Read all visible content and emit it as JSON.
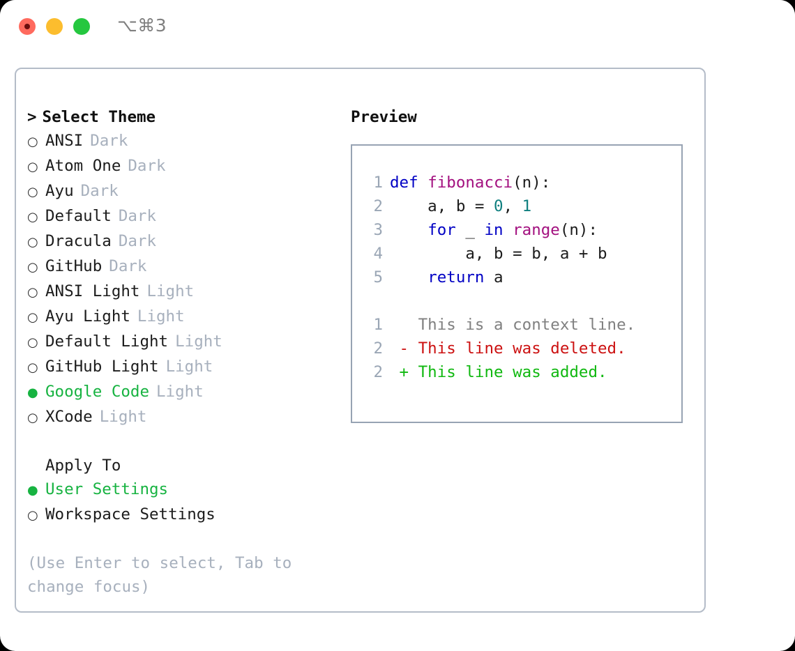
{
  "titlebar": {
    "shortcut": "⌥⌘3",
    "buttons": [
      {
        "name": "close",
        "color": "#ff6a5e"
      },
      {
        "name": "minimize",
        "color": "#fcbd2e"
      },
      {
        "name": "maximize",
        "color": "#25c73f"
      }
    ]
  },
  "theme_picker": {
    "caret": ">",
    "title": "Select Theme",
    "bullet_unselected": "○",
    "bullet_selected": "●",
    "items": [
      {
        "label": "ANSI",
        "variant": "Dark",
        "selected": false
      },
      {
        "label": "Atom One",
        "variant": "Dark",
        "selected": false
      },
      {
        "label": "Ayu",
        "variant": "Dark",
        "selected": false
      },
      {
        "label": "Default",
        "variant": "Dark",
        "selected": false
      },
      {
        "label": "Dracula",
        "variant": "Dark",
        "selected": false
      },
      {
        "label": "GitHub",
        "variant": "Dark",
        "selected": false
      },
      {
        "label": "ANSI Light",
        "variant": "Light",
        "selected": false
      },
      {
        "label": "Ayu Light",
        "variant": "Light",
        "selected": false
      },
      {
        "label": "Default Light",
        "variant": "Light",
        "selected": false
      },
      {
        "label": "GitHub Light",
        "variant": "Light",
        "selected": false
      },
      {
        "label": "Google Code",
        "variant": "Light",
        "selected": true
      },
      {
        "label": "XCode",
        "variant": "Light",
        "selected": false
      }
    ]
  },
  "apply_to": {
    "title": "Apply To",
    "items": [
      {
        "label": "User Settings",
        "selected": true
      },
      {
        "label": "Workspace Settings",
        "selected": false
      }
    ]
  },
  "hint": "(Use Enter to select, Tab to change focus)",
  "preview": {
    "title": "Preview",
    "code_lines": [
      {
        "no": "1",
        "tokens": [
          {
            "t": "def ",
            "c": "kw"
          },
          {
            "t": "fibonacci",
            "c": "fn"
          },
          {
            "t": "(n):",
            "c": "plain"
          }
        ]
      },
      {
        "no": "2",
        "tokens": [
          {
            "t": "    a, b = ",
            "c": "plain"
          },
          {
            "t": "0",
            "c": "num"
          },
          {
            "t": ", ",
            "c": "plain"
          },
          {
            "t": "1",
            "c": "num"
          }
        ]
      },
      {
        "no": "3",
        "tokens": [
          {
            "t": "    ",
            "c": "plain"
          },
          {
            "t": "for",
            "c": "kw"
          },
          {
            "t": " _ ",
            "c": "plain"
          },
          {
            "t": "in",
            "c": "kw"
          },
          {
            "t": " ",
            "c": "plain"
          },
          {
            "t": "range",
            "c": "fn"
          },
          {
            "t": "(n):",
            "c": "plain"
          }
        ]
      },
      {
        "no": "4",
        "tokens": [
          {
            "t": "        a, b = b, a + b",
            "c": "plain"
          }
        ]
      },
      {
        "no": "5",
        "tokens": [
          {
            "t": "    ",
            "c": "plain"
          },
          {
            "t": "return",
            "c": "kw"
          },
          {
            "t": " a",
            "c": "plain"
          }
        ]
      }
    ],
    "diff_lines": [
      {
        "no": "1",
        "tokens": [
          {
            "t": "   This is a context line.",
            "c": "ctx"
          }
        ]
      },
      {
        "no": "2",
        "tokens": [
          {
            "t": " - This line was deleted.",
            "c": "del"
          }
        ]
      },
      {
        "no": "2",
        "tokens": [
          {
            "t": " + This line was added.",
            "c": "add"
          }
        ]
      }
    ]
  },
  "colors": {
    "accent_green": "#17b341",
    "muted": "#a7b0bd",
    "keyword": "#0000c4",
    "function": "#a3107f",
    "number": "#0f7f7f",
    "diff_added": "#10b810",
    "diff_deleted": "#cc1111",
    "border": "#b4bcc8"
  }
}
